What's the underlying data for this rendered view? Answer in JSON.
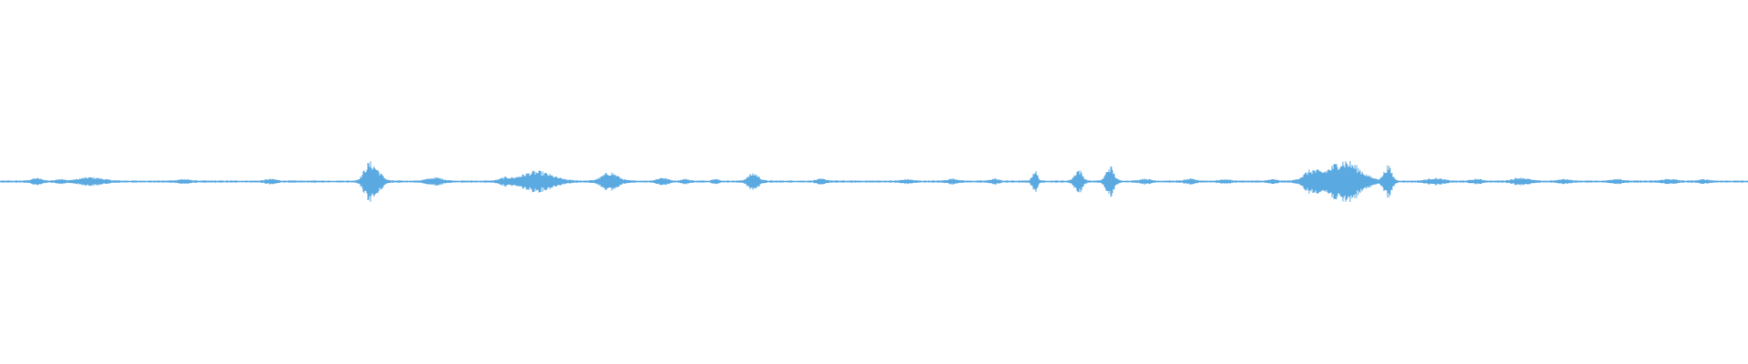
{
  "waveform": {
    "color": "#5aa9e0",
    "baseline_color": "#5aa9e0",
    "bursts": [
      {
        "position": 0.021,
        "amplitude": 0.015,
        "width": 0.004
      },
      {
        "position": 0.034,
        "amplitude": 0.01,
        "width": 0.003
      },
      {
        "position": 0.052,
        "amplitude": 0.02,
        "width": 0.009
      },
      {
        "position": 0.105,
        "amplitude": 0.008,
        "width": 0.005
      },
      {
        "position": 0.155,
        "amplitude": 0.01,
        "width": 0.004
      },
      {
        "position": 0.211,
        "amplitude": 0.095,
        "width": 0.004
      },
      {
        "position": 0.216,
        "amplitude": 0.05,
        "width": 0.004
      },
      {
        "position": 0.249,
        "amplitude": 0.018,
        "width": 0.006
      },
      {
        "position": 0.289,
        "amplitude": 0.015,
        "width": 0.004
      },
      {
        "position": 0.307,
        "amplitude": 0.055,
        "width": 0.012
      },
      {
        "position": 0.349,
        "amplitude": 0.05,
        "width": 0.006
      },
      {
        "position": 0.379,
        "amplitude": 0.018,
        "width": 0.004
      },
      {
        "position": 0.392,
        "amplitude": 0.01,
        "width": 0.003
      },
      {
        "position": 0.409,
        "amplitude": 0.014,
        "width": 0.002
      },
      {
        "position": 0.431,
        "amplitude": 0.045,
        "width": 0.004
      },
      {
        "position": 0.47,
        "amplitude": 0.01,
        "width": 0.004
      },
      {
        "position": 0.519,
        "amplitude": 0.008,
        "width": 0.004
      },
      {
        "position": 0.545,
        "amplitude": 0.012,
        "width": 0.004
      },
      {
        "position": 0.569,
        "amplitude": 0.012,
        "width": 0.003
      },
      {
        "position": 0.592,
        "amplitude": 0.06,
        "width": 0.002
      },
      {
        "position": 0.617,
        "amplitude": 0.065,
        "width": 0.003
      },
      {
        "position": 0.635,
        "amplitude": 0.085,
        "width": 0.003
      },
      {
        "position": 0.655,
        "amplitude": 0.012,
        "width": 0.004
      },
      {
        "position": 0.681,
        "amplitude": 0.01,
        "width": 0.004
      },
      {
        "position": 0.701,
        "amplitude": 0.008,
        "width": 0.004
      },
      {
        "position": 0.728,
        "amplitude": 0.008,
        "width": 0.003
      },
      {
        "position": 0.75,
        "amplitude": 0.055,
        "width": 0.006
      },
      {
        "position": 0.769,
        "amplitude": 0.12,
        "width": 0.012
      },
      {
        "position": 0.794,
        "amplitude": 0.085,
        "width": 0.003
      },
      {
        "position": 0.821,
        "amplitude": 0.015,
        "width": 0.006
      },
      {
        "position": 0.845,
        "amplitude": 0.01,
        "width": 0.004
      },
      {
        "position": 0.87,
        "amplitude": 0.018,
        "width": 0.006
      },
      {
        "position": 0.895,
        "amplitude": 0.01,
        "width": 0.004
      },
      {
        "position": 0.925,
        "amplitude": 0.012,
        "width": 0.004
      },
      {
        "position": 0.955,
        "amplitude": 0.01,
        "width": 0.005
      },
      {
        "position": 0.975,
        "amplitude": 0.008,
        "width": 0.004
      }
    ]
  }
}
